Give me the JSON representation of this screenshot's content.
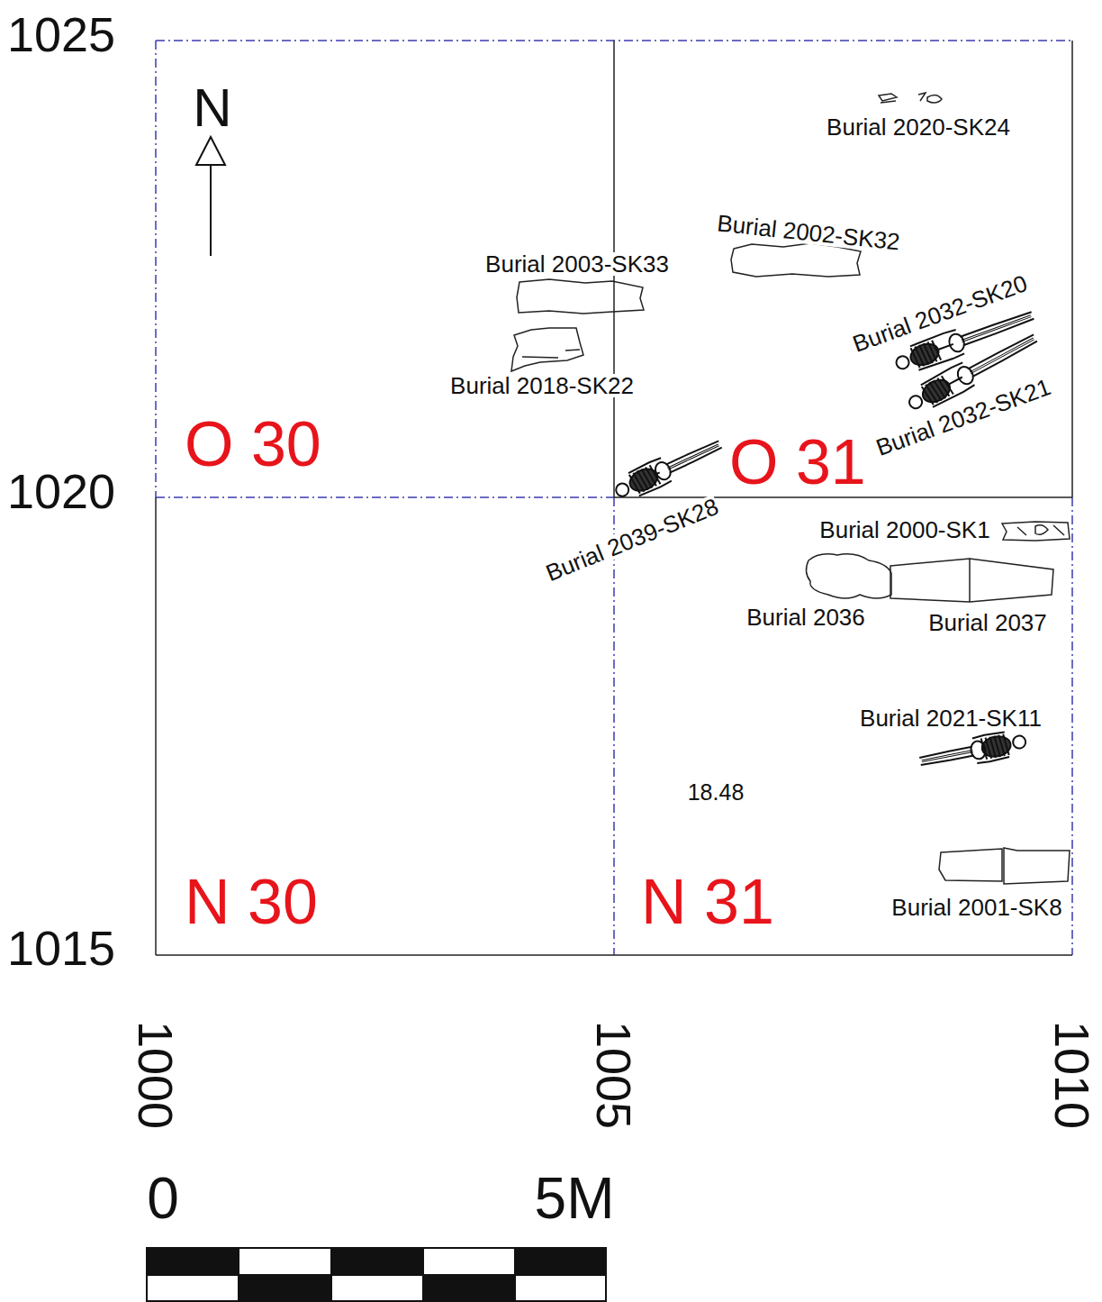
{
  "diagram": {
    "nodes": [
      {
        "text": [
          "O 30"
        ]
      },
      {
        "text": [
          "O 31"
        ]
      },
      {
        "text": [
          "N 30"
        ]
      },
      {
        "text": [
          "N 31"
        ]
      }
    ],
    "labels": [
      "N",
      "1025",
      "1020",
      "1015",
      "Burial 2020-SK24",
      "Burial 2002-SK32",
      "Burial 2003-SK33",
      "Burial 2032-SK20",
      "Burial 2018-SK22",
      "Burial 2032-SK21",
      "Burial 2039-SK28",
      "Burial 2000-SK1",
      "Burial 2036",
      "Burial 2037",
      "Burial 2021-SK11",
      "18.48",
      "Burial 2001-SK8",
      "1000",
      "1005",
      "1010",
      "0",
      "5M"
    ]
  }
}
